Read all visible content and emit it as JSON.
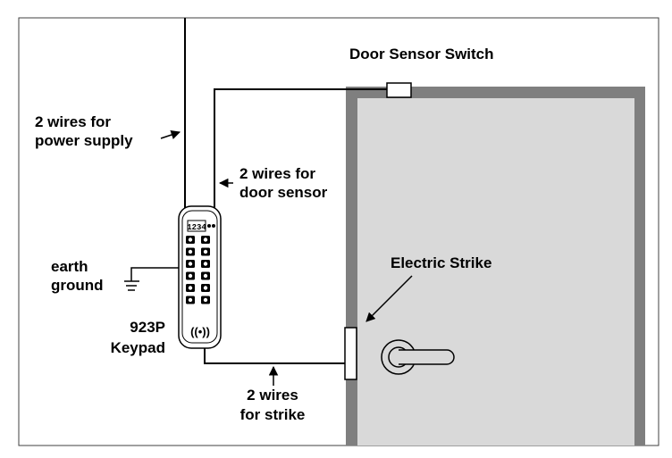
{
  "labels": {
    "door_sensor_switch": "Door Sensor Switch",
    "power_line1": "2 wires for",
    "power_line2": "power supply",
    "sensor_line1": "2 wires for",
    "sensor_line2": "door sensor",
    "earth_line1": "earth",
    "earth_line2": "ground",
    "electric_strike": "Electric Strike",
    "model": "923P",
    "keypad": "Keypad",
    "strike_line1": "2 wires",
    "strike_line2": "for strike"
  },
  "keypad_display": "1234",
  "rfid_symbol": "((•))",
  "colors": {
    "door_frame": "#7f7f7f",
    "door_panel": "#d9d9d9",
    "wire": "#000000",
    "border": "#404040"
  }
}
